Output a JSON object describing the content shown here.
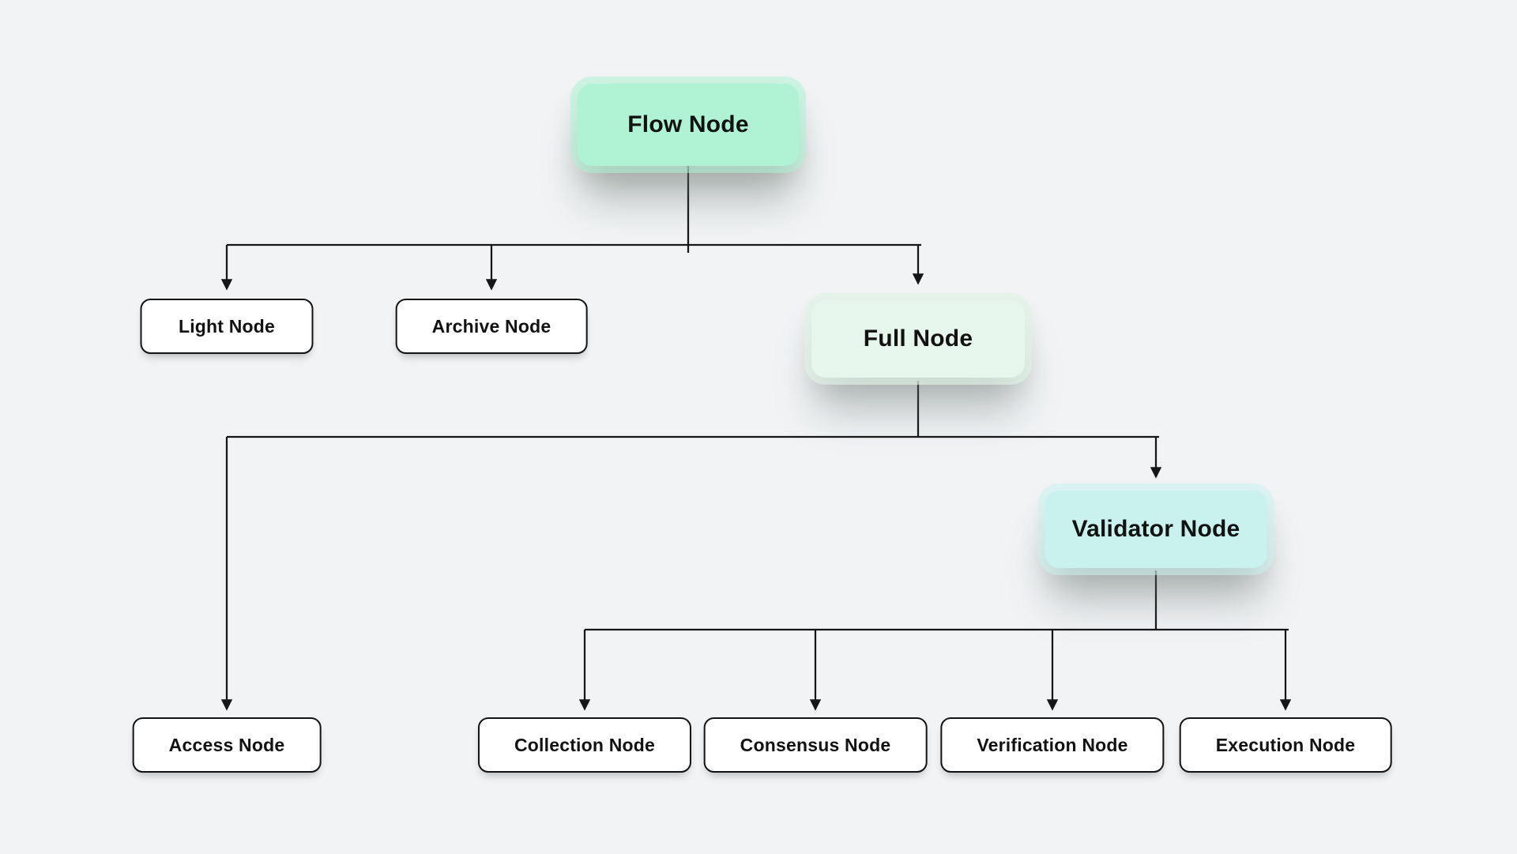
{
  "colors": {
    "background": "#f1f3f5",
    "connector_line": "#161616",
    "node_text": "#121212",
    "node_outline_border": "#131313",
    "node_outline_fill": "#ffffff",
    "flow_node_fill": "#aff3d4",
    "full_node_fill": "#e7f6ec",
    "validator_node_fill": "#c9f2ef"
  },
  "diagram": {
    "type": "flowchart-tree",
    "nodes": {
      "flow": {
        "label": "Flow Node",
        "style": "mint-filled"
      },
      "light": {
        "label": "Light Node",
        "style": "outline"
      },
      "archive": {
        "label": "Archive Node",
        "style": "outline"
      },
      "full": {
        "label": "Full Node",
        "style": "pale-mint-filled"
      },
      "access": {
        "label": "Access Node",
        "style": "outline"
      },
      "validator": {
        "label": "Validator Node",
        "style": "cyan-filled"
      },
      "collection": {
        "label": "Collection Node",
        "style": "outline"
      },
      "consensus": {
        "label": "Consensus Node",
        "style": "outline"
      },
      "verification": {
        "label": "Verification Node",
        "style": "outline"
      },
      "execution": {
        "label": "Execution Node",
        "style": "outline"
      }
    },
    "edges": [
      {
        "from": "flow",
        "to": "light"
      },
      {
        "from": "flow",
        "to": "archive"
      },
      {
        "from": "flow",
        "to": "full"
      },
      {
        "from": "full",
        "to": "access"
      },
      {
        "from": "full",
        "to": "validator"
      },
      {
        "from": "validator",
        "to": "collection"
      },
      {
        "from": "validator",
        "to": "consensus"
      },
      {
        "from": "validator",
        "to": "verification"
      },
      {
        "from": "validator",
        "to": "execution"
      }
    ]
  }
}
